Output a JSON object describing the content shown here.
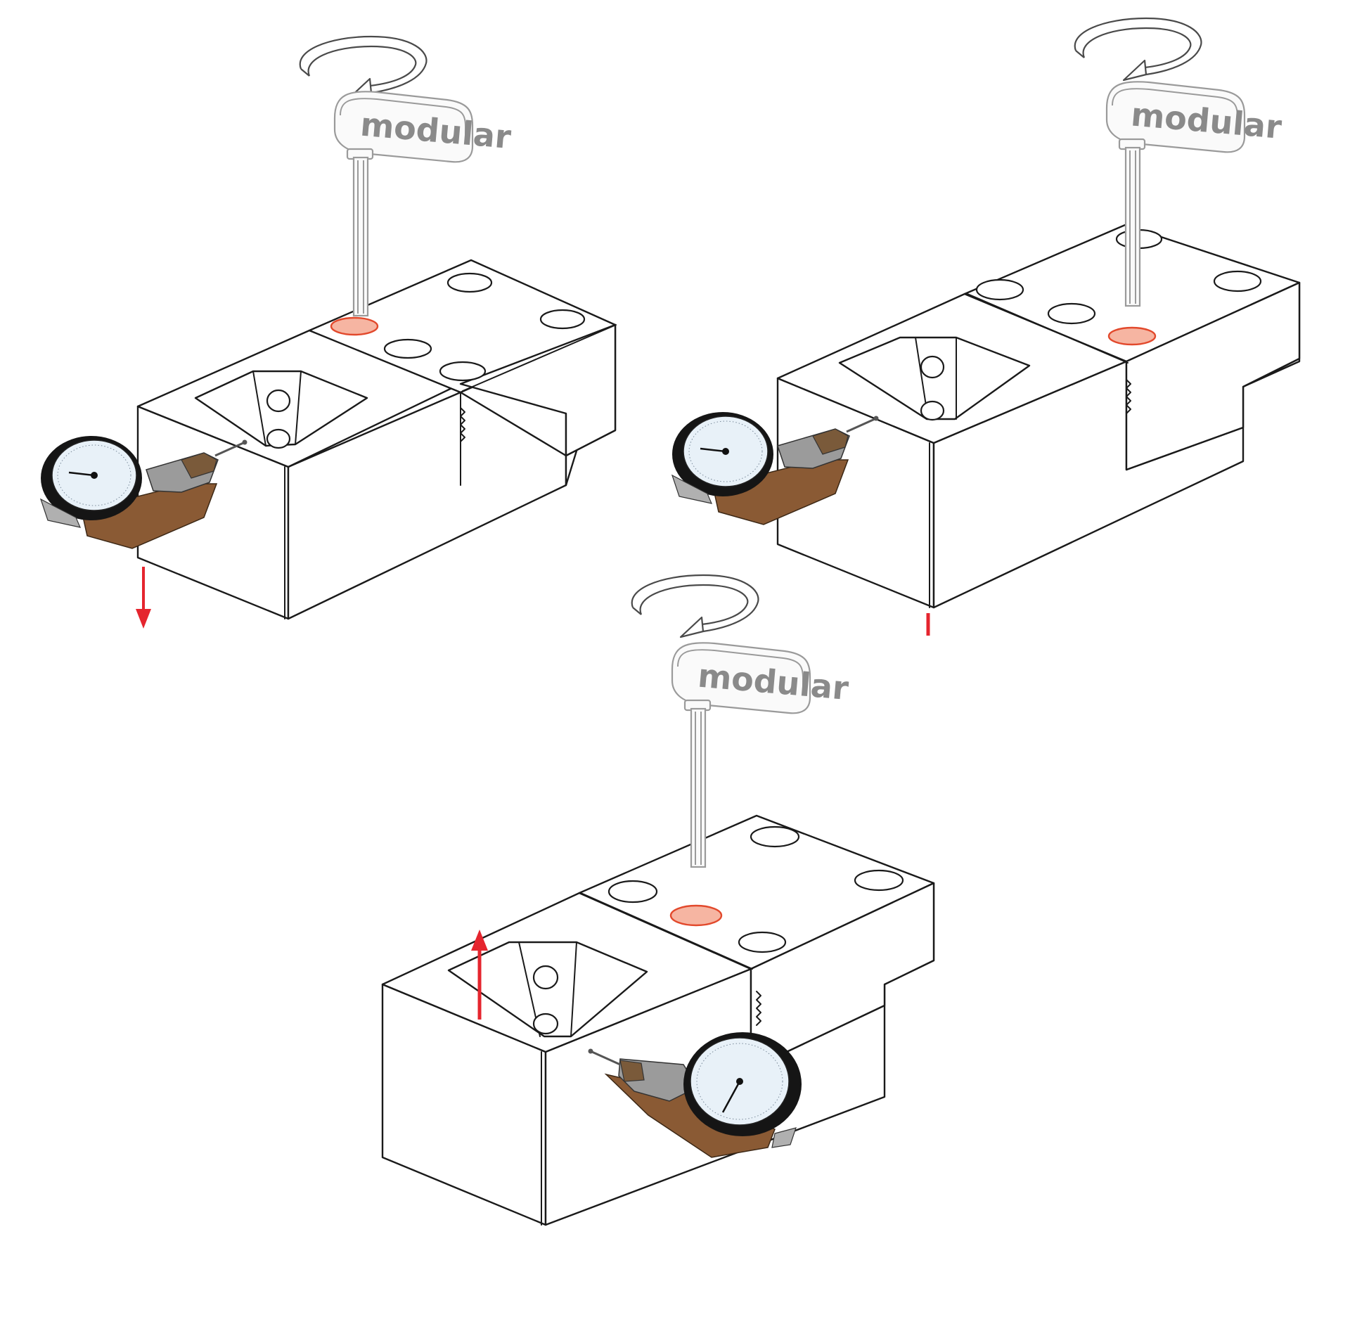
{
  "title": "",
  "handle_logo_text": "modular",
  "colors": {
    "highlight_fill": "#f6b5a2",
    "highlight_stroke": "#e2492c",
    "arrow_red": "#e5252e",
    "indicator_body": "#8a5a34",
    "dial_face": "#e8f1f8",
    "dial_bezel": "#151515",
    "wireframe": "#1a1a1a",
    "ghost_tool": "#9a9a9a"
  },
  "panels": [
    {
      "name": "step-1",
      "indicator_direction": "down",
      "indicator_side": "left"
    },
    {
      "name": "step-2",
      "indicator_direction": "zero",
      "indicator_side": "left"
    },
    {
      "name": "step-3",
      "indicator_direction": "up",
      "indicator_side": "right"
    }
  ],
  "icons": {
    "rotation": "rotate-arrow-icon",
    "tool": "t-handle-wrench-icon",
    "gauge": "dial-test-indicator-icon"
  }
}
